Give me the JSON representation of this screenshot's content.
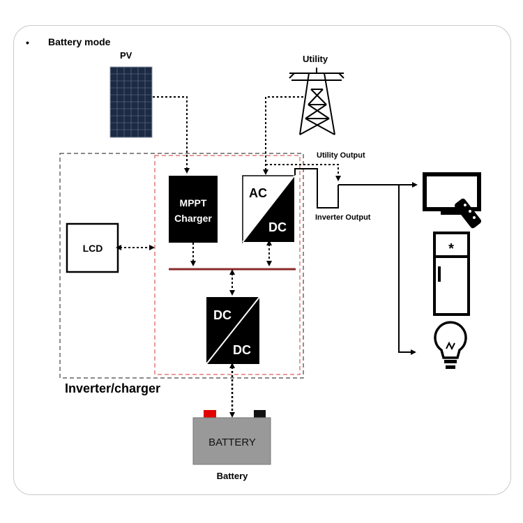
{
  "heading": {
    "bullet": "•",
    "title": "Battery mode"
  },
  "labels": {
    "pv": "PV",
    "utility": "Utility",
    "utility_output": "Utility Output",
    "inverter_output": "Inverter Output",
    "mppt_line1": "MPPT",
    "mppt_line2": "Charger",
    "ac": "AC",
    "dc_top": "DC",
    "dc1": "DC",
    "dc2": "DC",
    "lcd": "LCD",
    "inverter_charger": "Inverter/charger",
    "battery_body": "BATTERY",
    "battery_caption": "Battery",
    "fridge_star": "*"
  },
  "colors": {
    "block": "#000000",
    "bus": "#8b2a2a",
    "inner_border": "#e07a7a",
    "outer_border": "#444444",
    "battery_body": "#999999",
    "battery_plus": "#e00000",
    "panel": "#1c2a44"
  },
  "icons": [
    "solar-panel-icon",
    "utility-tower-icon",
    "tv-icon",
    "remote-icon",
    "fridge-icon",
    "lightbulb-icon"
  ]
}
